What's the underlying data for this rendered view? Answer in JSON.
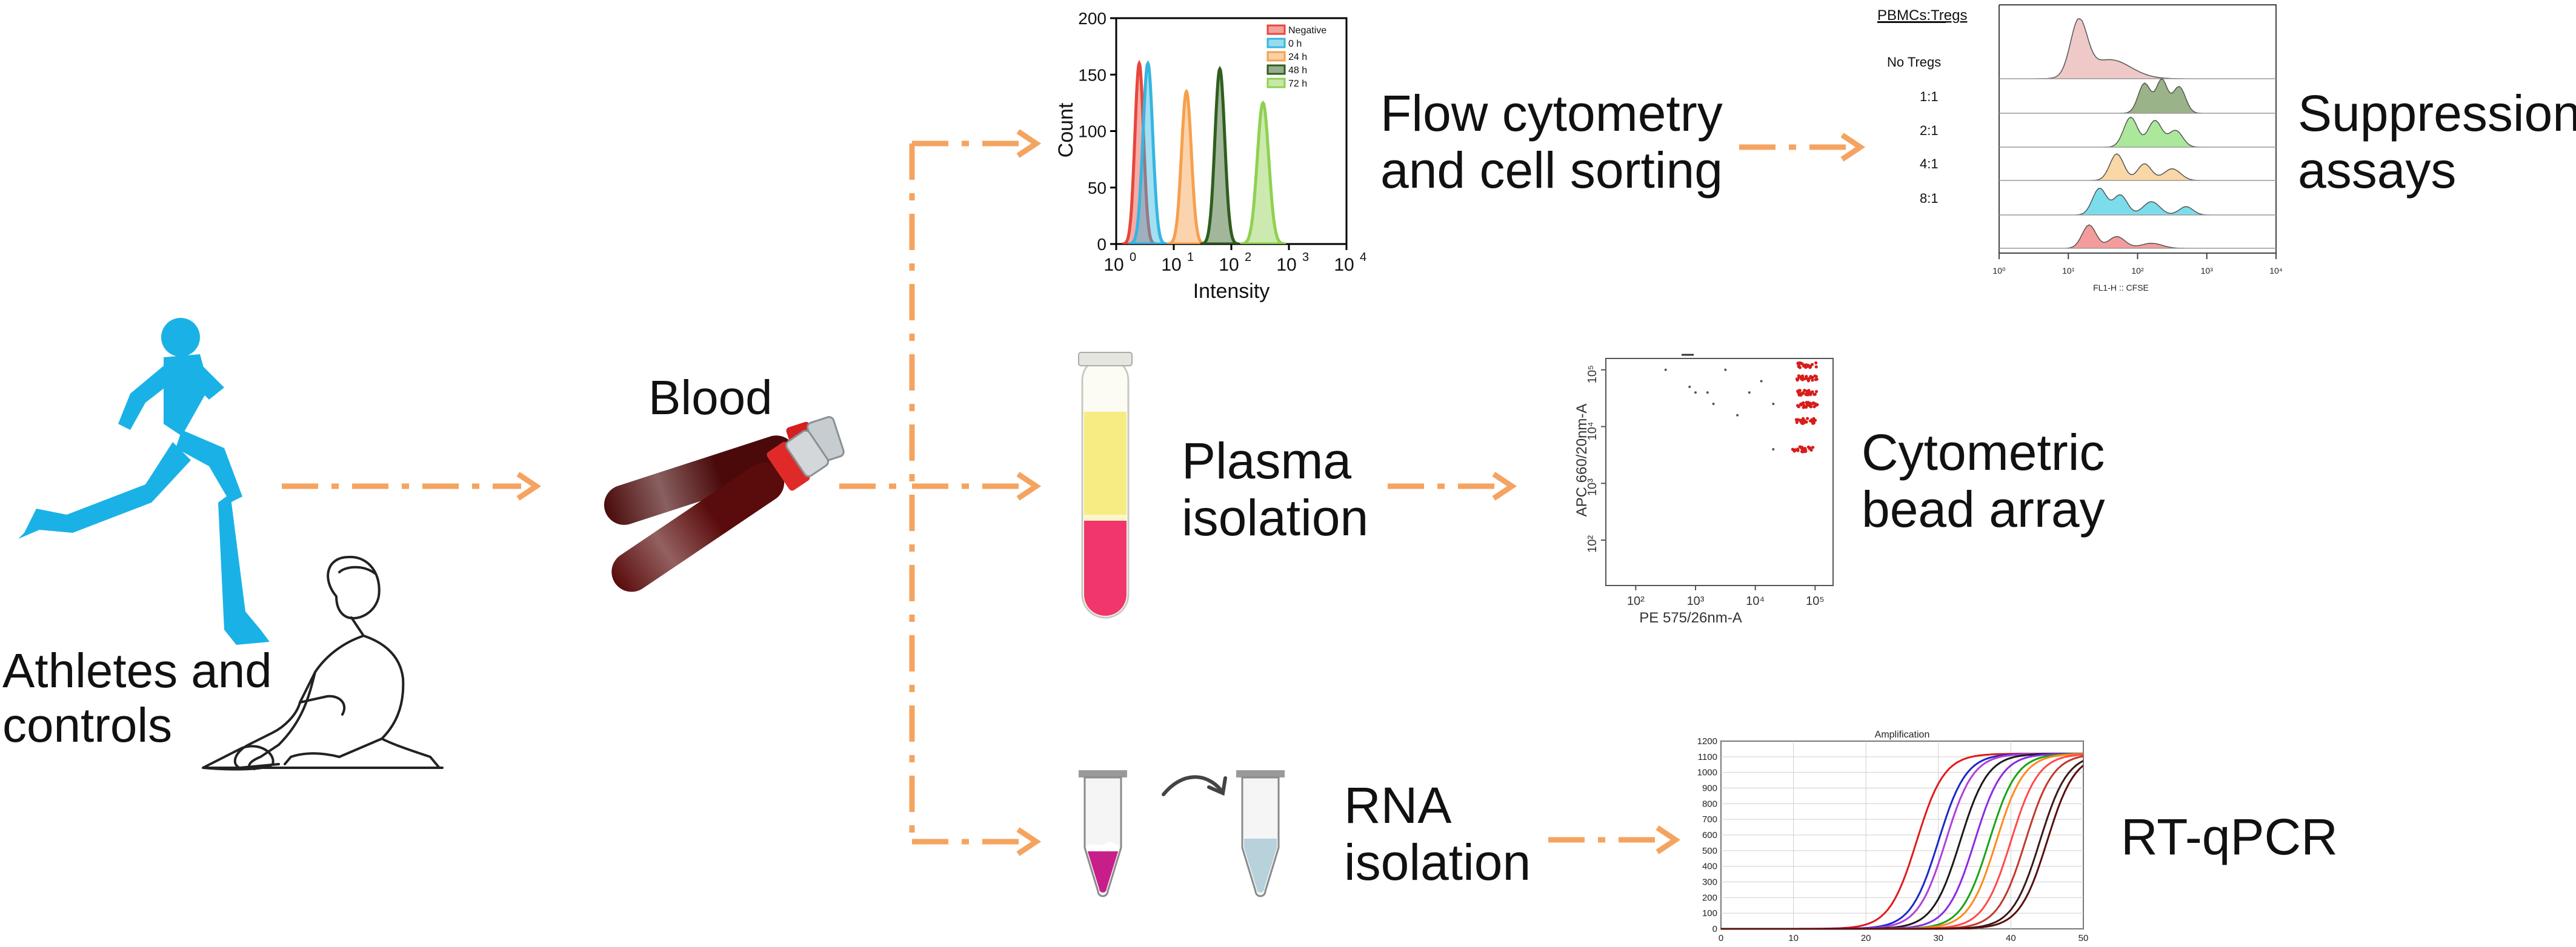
{
  "labels": {
    "athletes_line1": "Athletes and",
    "athletes_line2": "controls",
    "blood": "Blood",
    "flow_line1": "Flow cytometry",
    "flow_line2": "and cell sorting",
    "suppression_line1": "Suppression",
    "suppression_line2": "assays",
    "plasma_line1": "Plasma",
    "plasma_line2": "isolation",
    "cytometric_line1": "Cytometric",
    "cytometric_line2": "bead array",
    "rna_line1": "RNA",
    "rna_line2": "isolation",
    "rtqpcr": "RT-qPCR"
  },
  "colors": {
    "arrow": "#f4a460",
    "runner": "#1ab2e6",
    "tube_blood": "#5a0b0b",
    "plasma_yellow": "#f6ec84",
    "plasma_pink": "#f0366a",
    "rna_magenta": "#c81e8a",
    "rna_clear": "#b8d2dc"
  },
  "histogram": {
    "ylabel": "Count",
    "xlabel": "Intensity",
    "y_ticks": [
      "0",
      "50",
      "100",
      "150",
      "200"
    ],
    "x_ticks": [
      {
        "base": "10",
        "exp": "0"
      },
      {
        "base": "10",
        "exp": "1"
      },
      {
        "base": "10",
        "exp": "2"
      },
      {
        "base": "10",
        "exp": "3"
      },
      {
        "base": "10",
        "exp": "4"
      }
    ],
    "legend": [
      {
        "name": "Negative",
        "color": "#e8463c"
      },
      {
        "name": "0   h",
        "color": "#35b6e0"
      },
      {
        "name": "24 h",
        "color": "#f6a04d"
      },
      {
        "name": "48 h",
        "color": "#2f5e1e"
      },
      {
        "name": "72 h",
        "color": "#8fd14f"
      }
    ]
  },
  "suppression": {
    "title": "PBMCs:Tregs",
    "rows": [
      "No Tregs",
      "1:1",
      "2:1",
      "4:1",
      "8:1",
      ""
    ],
    "x_ticks": [
      "10⁰",
      "10¹",
      "10²",
      "10³",
      "10⁴"
    ],
    "xlabel": "FL1-H :: CFSE"
  },
  "bead": {
    "ylabel": "APC 660/20nm-A",
    "xlabel": "PE 575/26nm-A",
    "y_ticks": [
      "10²",
      "10³",
      "10⁴",
      "10⁵"
    ],
    "x_ticks": [
      "10²",
      "10³",
      "10⁴",
      "10⁵"
    ]
  },
  "amplification": {
    "title": "Amplification",
    "y_ticks": [
      "0",
      "100",
      "200",
      "300",
      "400",
      "500",
      "600",
      "700",
      "800",
      "900",
      "1000",
      "1100",
      "1200"
    ],
    "x_ticks": [
      "0",
      "10",
      "20",
      "30",
      "40",
      "50"
    ]
  }
}
